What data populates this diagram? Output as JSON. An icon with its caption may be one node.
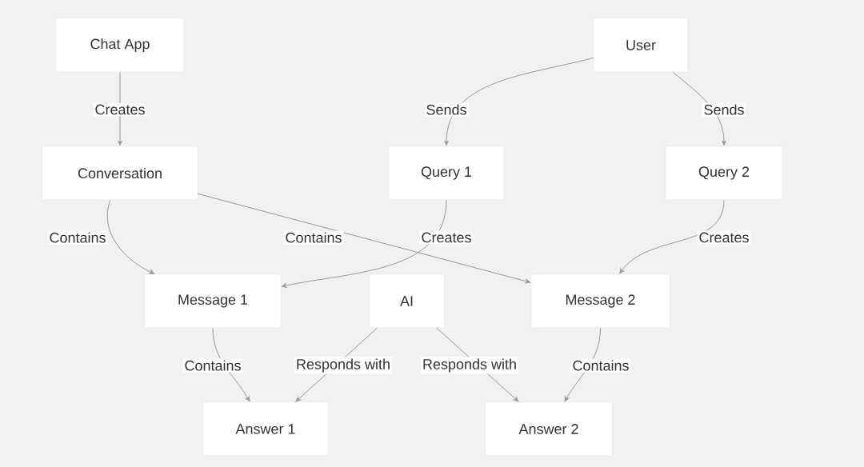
{
  "diagram": {
    "nodes": [
      {
        "text": [
          "Chat App"
        ]
      },
      {
        "text": [
          "User"
        ]
      },
      {
        "text": [
          "Conversation"
        ]
      },
      {
        "text": [
          "Query 1"
        ]
      },
      {
        "text": [
          "Query 2"
        ]
      },
      {
        "text": [
          "Message 1"
        ]
      },
      {
        "text": [
          "AI"
        ]
      },
      {
        "text": [
          "Message 2"
        ]
      },
      {
        "text": [
          "Answer 1"
        ]
      },
      {
        "text": [
          "Answer 2"
        ]
      }
    ],
    "edges": [
      {
        "from": 0,
        "to": 2,
        "arrow": "to",
        "label": "Creates"
      },
      {
        "from": 1,
        "to": 3,
        "arrow": "to",
        "label": "Sends"
      },
      {
        "from": 1,
        "to": 4,
        "arrow": "to",
        "label": "Sends"
      },
      {
        "from": 2,
        "to": 5,
        "arrow": "to",
        "label": "Contains"
      },
      {
        "from": 2,
        "to": 7,
        "arrow": "to",
        "label": "Contains"
      },
      {
        "from": 3,
        "to": 5,
        "arrow": "to",
        "label": "Creates"
      },
      {
        "from": 4,
        "to": 7,
        "arrow": "to",
        "label": "Creates"
      },
      {
        "from": 5,
        "to": 8,
        "arrow": "to",
        "label": "Contains"
      },
      {
        "from": 6,
        "to": 8,
        "arrow": "to",
        "label": "Responds with"
      },
      {
        "from": 6,
        "to": 9,
        "arrow": "to",
        "label": "Responds with"
      },
      {
        "from": 7,
        "to": 9,
        "arrow": "to",
        "label": "Contains"
      }
    ]
  }
}
